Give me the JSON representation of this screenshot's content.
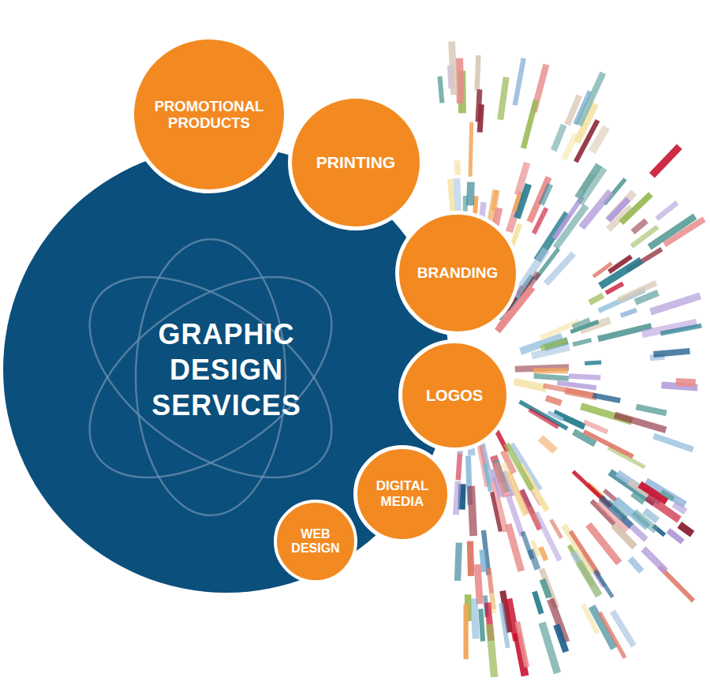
{
  "diagram": {
    "nodes": [
      {
        "text": [
          "GRAPHIC DESIGN SERVICES"
        ]
      },
      {
        "text": [
          "PROMOTIONAL PRODUCTS"
        ]
      },
      {
        "text": [
          "PRINTING"
        ]
      },
      {
        "text": [
          "BRANDING"
        ]
      },
      {
        "text": [
          "LOGOS"
        ]
      },
      {
        "text": [
          "DIGITAL MEDIA"
        ]
      },
      {
        "text": [
          "WEB DESIGN"
        ]
      }
    ]
  }
}
